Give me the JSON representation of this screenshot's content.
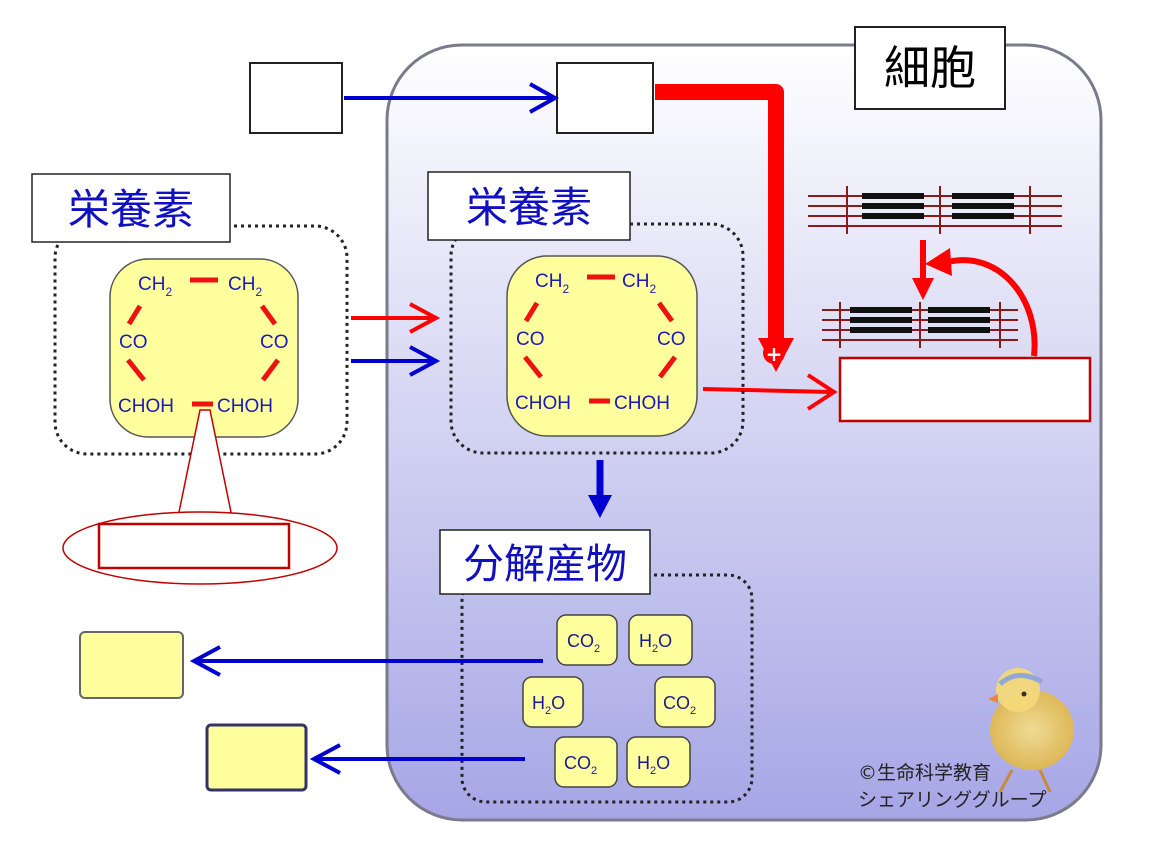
{
  "cell_title": "細胞",
  "nutrient_label": "栄養素",
  "products_label": "分解産物",
  "molecule": {
    "ch2": "CH",
    "ch2_sub": "2",
    "co": "CO",
    "choh": "CHOH"
  },
  "products": [
    {
      "base": "CO",
      "sub": "2",
      "tail": ""
    },
    {
      "base": "H",
      "sub": "2",
      "tail": "O"
    },
    {
      "base": "H",
      "sub": "2",
      "tail": "O"
    },
    {
      "base": "CO",
      "sub": "2",
      "tail": ""
    },
    {
      "base": "CO",
      "sub": "2",
      "tail": ""
    },
    {
      "base": "H",
      "sub": "2",
      "tail": "O"
    }
  ],
  "plus_sign": "+",
  "credit_line1": "©生命科学教育",
  "credit_line2": "シェアリンググループ",
  "colors": {
    "cell_fill_top": "#ffffff",
    "cell_fill_bottom": "#a6a6e6",
    "molecule_fill": "#ffff9e",
    "red": "#ff0000",
    "blue": "#0000d0",
    "dark_red": "#8b1a1a"
  }
}
